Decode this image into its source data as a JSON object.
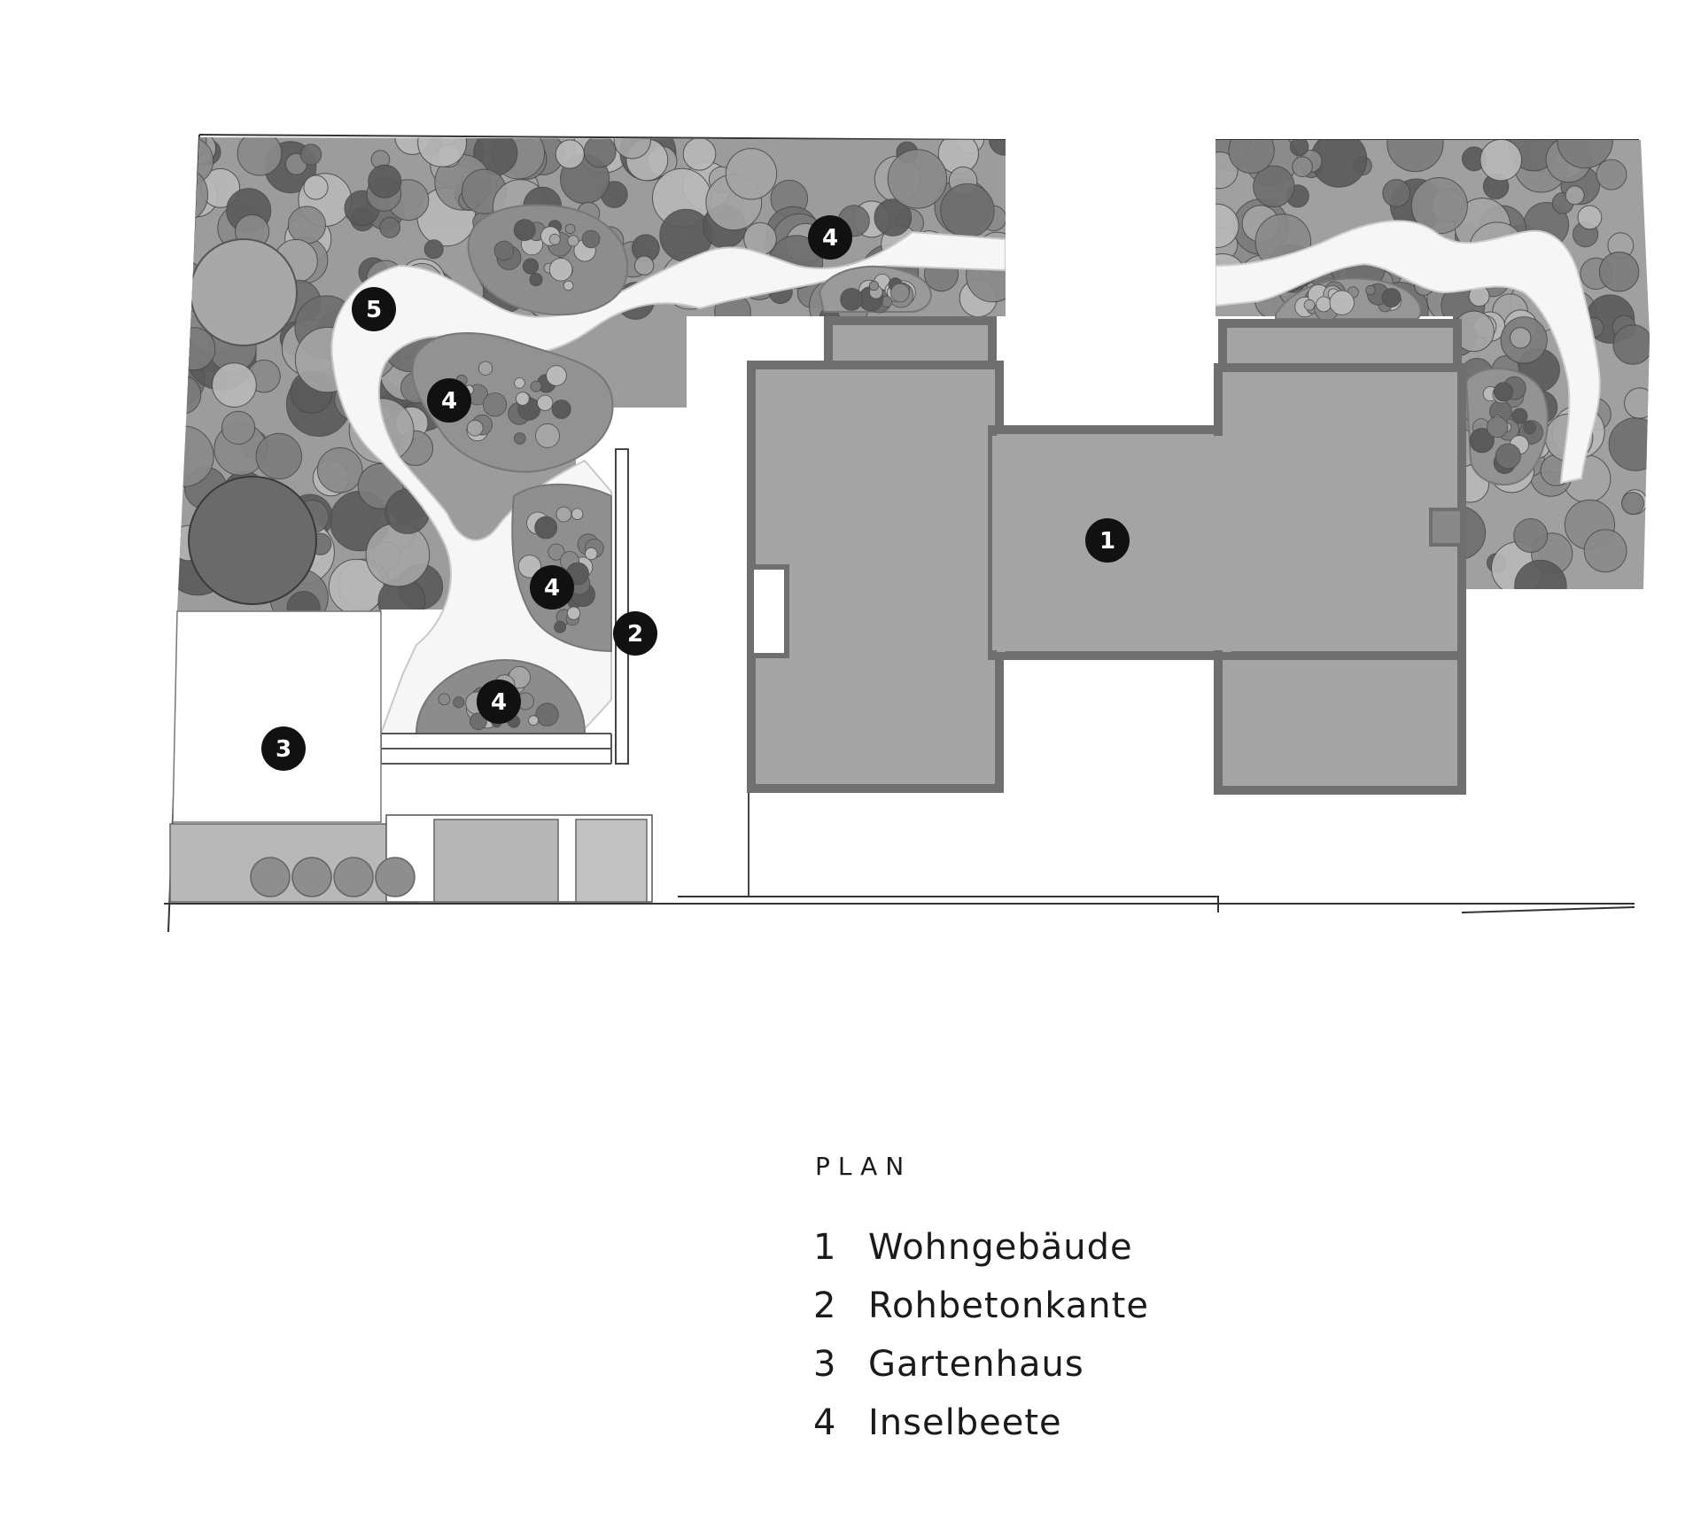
{
  "legend": {
    "title": "PLAN",
    "items": [
      {
        "number": "1",
        "label": "Wohngebäude"
      },
      {
        "number": "2",
        "label": "Rohbetonkante"
      },
      {
        "number": "3",
        "label": "Gartenhaus"
      },
      {
        "number": "4",
        "label": "Inselbeete"
      }
    ]
  },
  "markers": [
    {
      "id": "marker-1",
      "label": "1"
    },
    {
      "id": "marker-2",
      "label": "2"
    },
    {
      "id": "marker-3",
      "label": "3"
    },
    {
      "id": "marker-4a",
      "label": "4"
    },
    {
      "id": "marker-4b",
      "label": "4"
    },
    {
      "id": "marker-4c",
      "label": "4"
    },
    {
      "id": "marker-4d",
      "label": "4"
    },
    {
      "id": "marker-5",
      "label": "5"
    }
  ],
  "colors": {
    "building_fill": "#a4a4a4",
    "building_wall": "#6f6f6f",
    "path_fill": "#f7f7f7",
    "plant_dark": "#5a5a5a",
    "plant_mid": "#8a8a8a",
    "plant_light": "#b9b9b9",
    "marker_fill": "#111111"
  }
}
